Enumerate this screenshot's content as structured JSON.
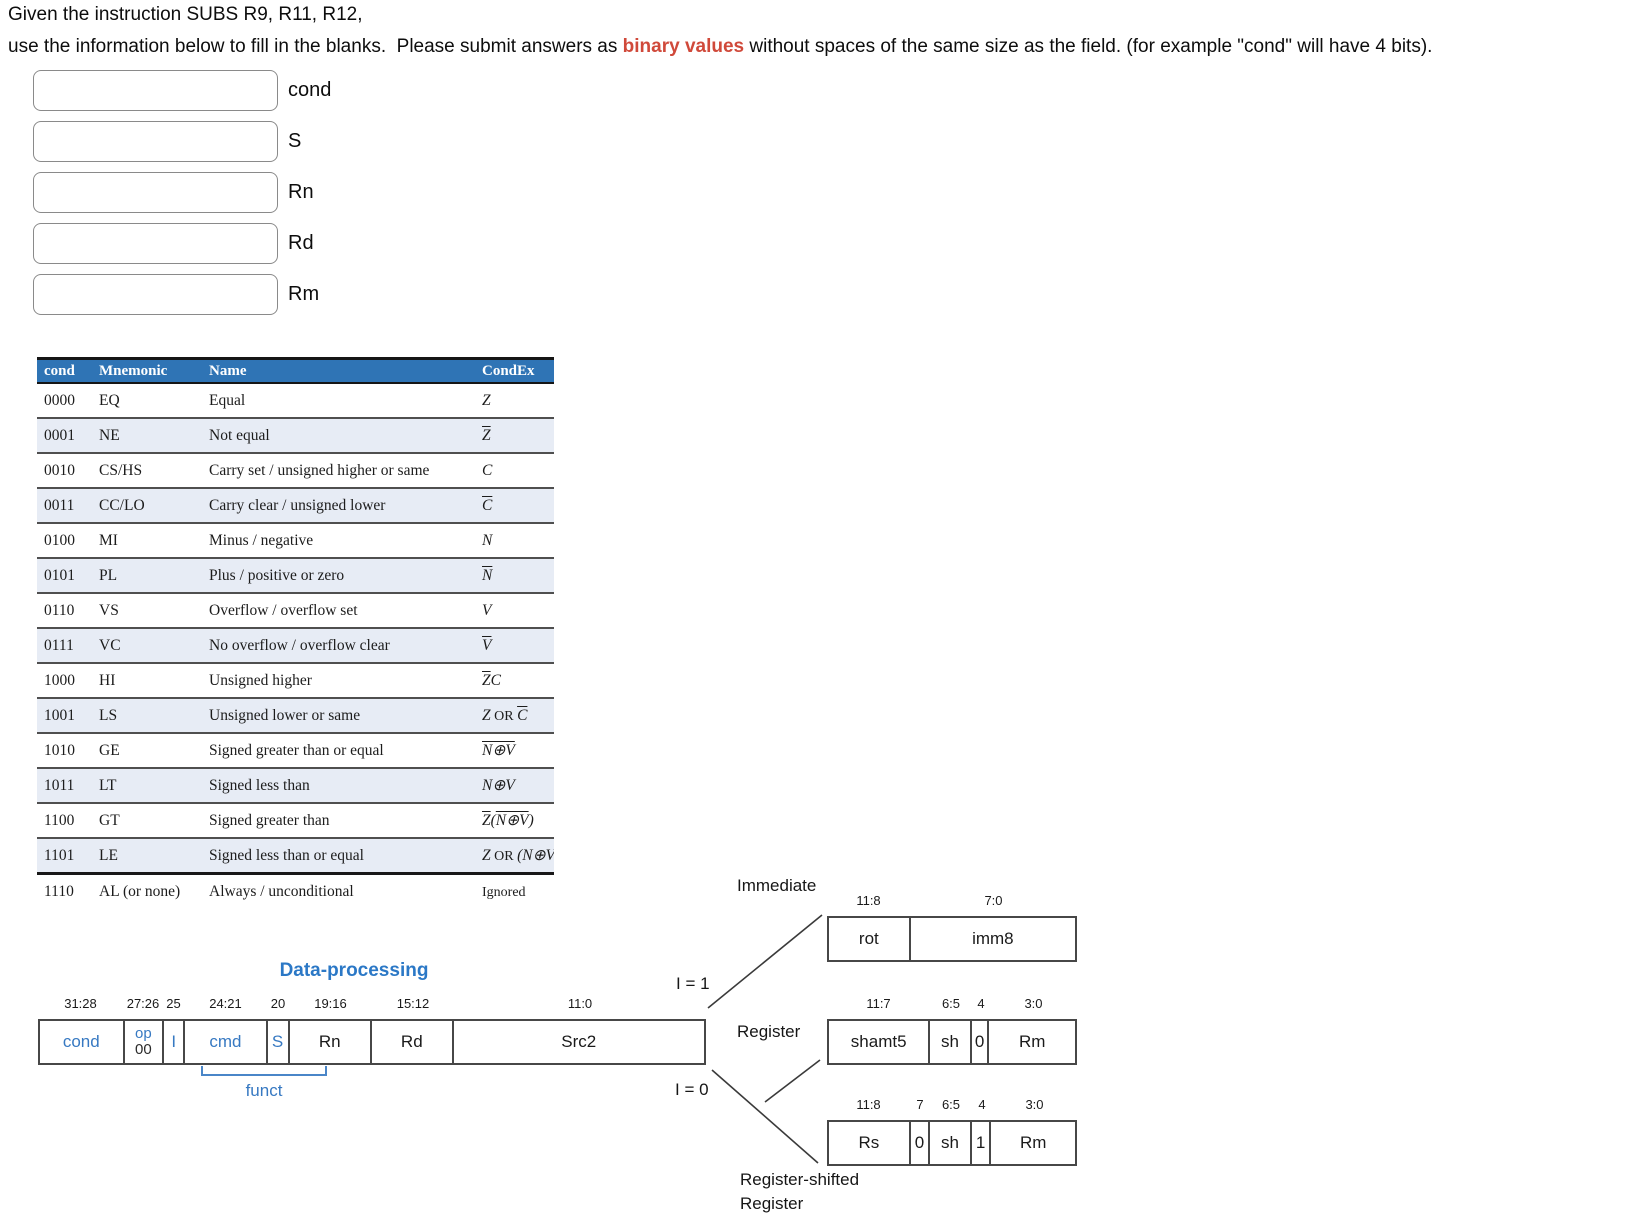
{
  "header": {
    "line1": "Given the instruction SUBS R9, R11, R12,",
    "line2_parts": {
      "before": "use the information below to fill in the blanks.  Please submit answers as ",
      "highlight": "binary values",
      "after": " without spaces of the same size as the field. (for example \"cond\" will have 4 bits)."
    }
  },
  "inputs": [
    {
      "label": "cond",
      "value": ""
    },
    {
      "label": "S",
      "value": ""
    },
    {
      "label": "Rn",
      "value": ""
    },
    {
      "label": "Rd",
      "value": ""
    },
    {
      "label": "Rm",
      "value": ""
    }
  ],
  "cond_table": {
    "headers": [
      "cond",
      "Mnemonic",
      "Name",
      "CondEx"
    ],
    "rows": [
      {
        "cond": "0000",
        "mnemonic": "EQ",
        "name": "Equal",
        "condex": [
          {
            "t": "Z"
          }
        ]
      },
      {
        "cond": "0001",
        "mnemonic": "NE",
        "name": "Not equal",
        "condex": [
          {
            "t": "Z",
            "ov": true
          }
        ]
      },
      {
        "cond": "0010",
        "mnemonic": "CS/HS",
        "name": "Carry set / unsigned higher or same",
        "condex": [
          {
            "t": "C"
          }
        ]
      },
      {
        "cond": "0011",
        "mnemonic": "CC/LO",
        "name": "Carry clear / unsigned lower",
        "condex": [
          {
            "t": "C",
            "ov": true
          }
        ]
      },
      {
        "cond": "0100",
        "mnemonic": "MI",
        "name": "Minus / negative",
        "condex": [
          {
            "t": "N"
          }
        ]
      },
      {
        "cond": "0101",
        "mnemonic": "PL",
        "name": "Plus / positive or zero",
        "condex": [
          {
            "t": "N",
            "ov": true
          }
        ]
      },
      {
        "cond": "0110",
        "mnemonic": "VS",
        "name": "Overflow / overflow set",
        "condex": [
          {
            "t": "V"
          }
        ]
      },
      {
        "cond": "0111",
        "mnemonic": "VC",
        "name": "No overflow / overflow clear",
        "condex": [
          {
            "t": "V",
            "ov": true
          }
        ]
      },
      {
        "cond": "1000",
        "mnemonic": "HI",
        "name": "Unsigned higher",
        "condex": [
          {
            "t": "Z",
            "ov": true
          },
          {
            "t": "C"
          }
        ]
      },
      {
        "cond": "1001",
        "mnemonic": "LS",
        "name": "Unsigned lower or same",
        "condex": [
          {
            "t": "Z"
          },
          {
            "t": " OR ",
            "op": true
          },
          {
            "t": "C",
            "ov": true
          }
        ]
      },
      {
        "cond": "1010",
        "mnemonic": "GE",
        "name": "Signed greater than or equal",
        "condex": [
          {
            "t": "N⊕V",
            "ov": true
          }
        ]
      },
      {
        "cond": "1011",
        "mnemonic": "LT",
        "name": "Signed less than",
        "condex": [
          {
            "t": "N⊕V"
          }
        ]
      },
      {
        "cond": "1100",
        "mnemonic": "GT",
        "name": "Signed greater than",
        "condex": [
          {
            "t": "Z",
            "ov": true
          },
          {
            "t": "("
          },
          {
            "t": "N⊕V",
            "ov": true
          },
          {
            "t": ")"
          }
        ]
      },
      {
        "cond": "1101",
        "mnemonic": "LE",
        "name": "Signed less than or equal",
        "condex": [
          {
            "t": "Z"
          },
          {
            "t": " OR ",
            "op": true
          },
          {
            "t": "(N⊕V)"
          }
        ]
      },
      {
        "cond": "1110",
        "mnemonic": "AL (or none)",
        "name": "Always / unconditional",
        "condex": [
          {
            "t": "Ignored",
            "op": true
          }
        ]
      }
    ]
  },
  "diagram": {
    "title": "Data-processing",
    "funct_label": "funct",
    "i1_label": "I = 1",
    "i0_label": "I = 0",
    "main_box": {
      "bit_labels": [
        "31:28",
        "27:26",
        "25",
        "24:21",
        "20",
        "19:16",
        "15:12",
        "11:0"
      ],
      "fields": [
        {
          "label": "cond",
          "blue": true
        },
        {
          "label": "op",
          "sub": "00",
          "blue": true
        },
        {
          "label": "I",
          "blue": true
        },
        {
          "label": "cmd",
          "blue": true
        },
        {
          "label": "S",
          "blue": true
        },
        {
          "label": "Rn"
        },
        {
          "label": "Rd"
        },
        {
          "label": "Src2"
        }
      ]
    },
    "immediate": {
      "label": "Immediate",
      "fields": [
        {
          "bits": "11:8",
          "label": "rot"
        },
        {
          "bits": "7:0",
          "label": "imm8"
        }
      ]
    },
    "register": {
      "label": "Register",
      "fields": [
        {
          "bits": "11:7",
          "label": "shamt5"
        },
        {
          "bits": "6:5",
          "label": "sh"
        },
        {
          "bits": "4",
          "label": "0"
        },
        {
          "bits": "3:0",
          "label": "Rm"
        }
      ]
    },
    "reg_shifted": {
      "label1": "Register-shifted",
      "label2": "Register",
      "fields": [
        {
          "bits": "11:8",
          "label": "Rs"
        },
        {
          "bits": "7",
          "label": "0"
        },
        {
          "bits": "6:5",
          "label": "sh"
        },
        {
          "bits": "4",
          "label": "1"
        },
        {
          "bits": "3:0",
          "label": "Rm"
        }
      ]
    }
  },
  "colors": {
    "header_blue": "#2f74b5",
    "row_alt_blue": "#e7ecf5",
    "diagram_blue": "#3779c2",
    "highlight_red": "#d0493a"
  }
}
